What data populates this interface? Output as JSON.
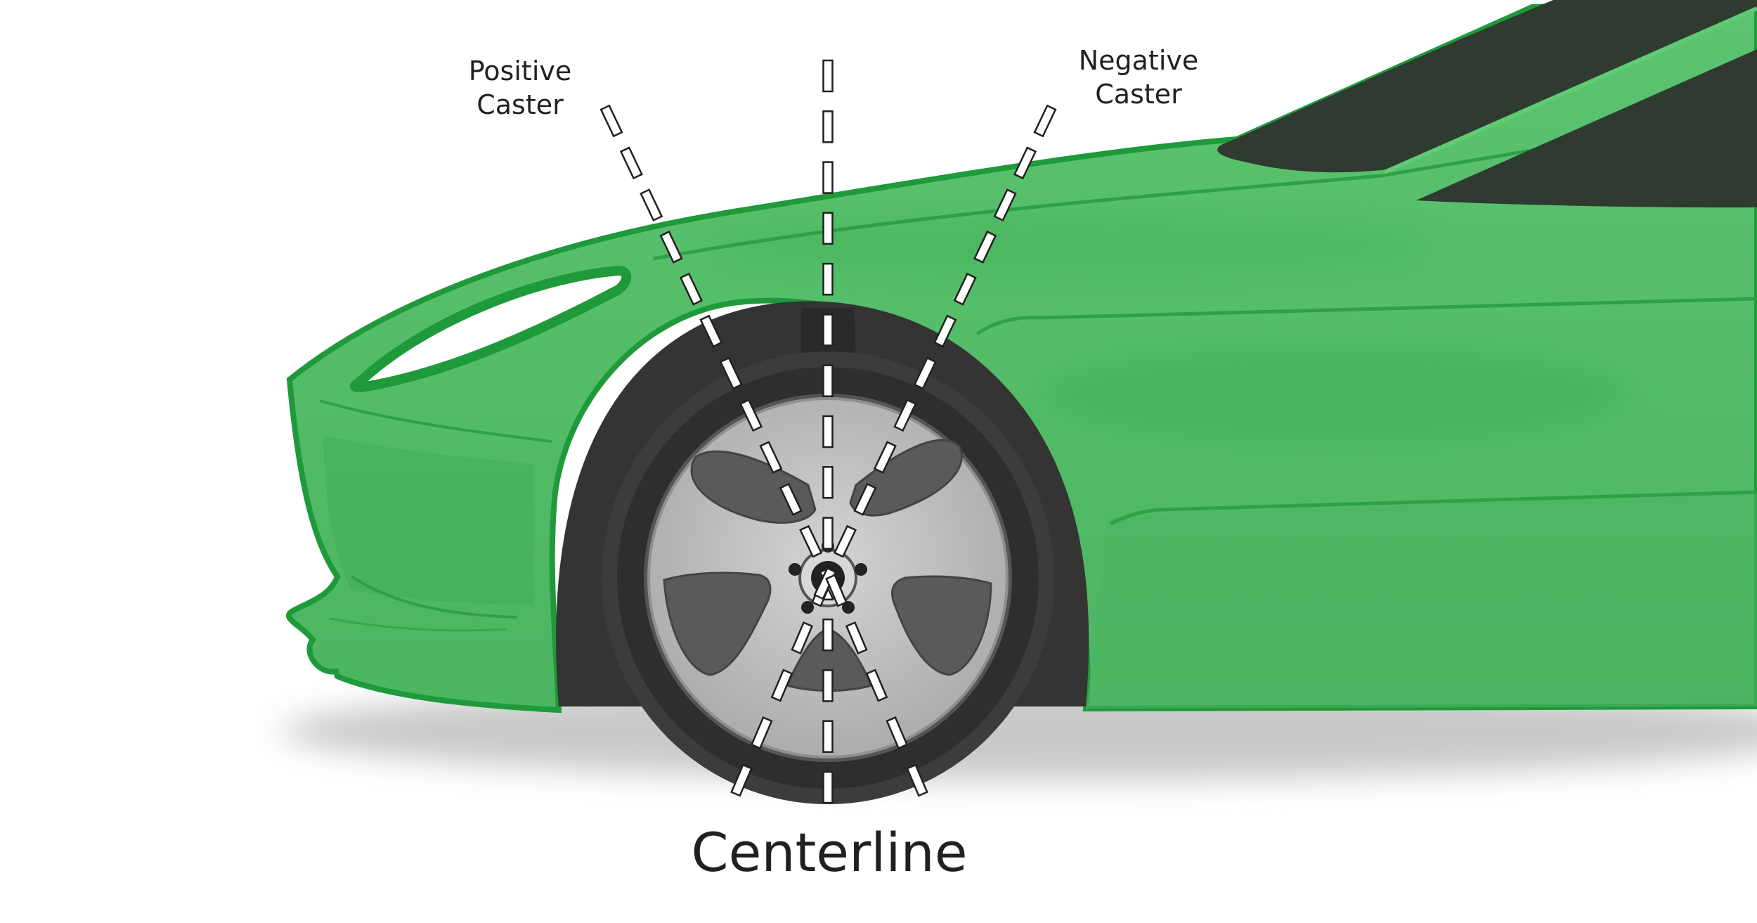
{
  "labels": {
    "positive_caster": [
      "Positive",
      "Caster"
    ],
    "negative_caster": [
      "Negative",
      "Caster"
    ],
    "centerline": "Centerline"
  },
  "colors": {
    "body": "#56c06a",
    "body_dark": "#3aa94e",
    "body_outline": "#1f9a3a",
    "window": "#2f3a30",
    "tire": "#3c3c3c",
    "rim": "#bdbdbd",
    "spoke": "#5a5a5a"
  }
}
